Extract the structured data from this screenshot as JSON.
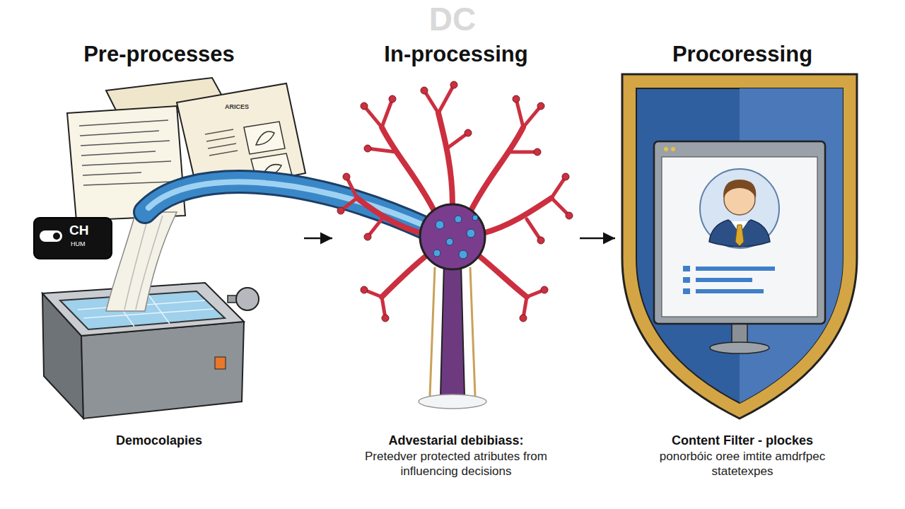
{
  "diagram": {
    "nodes": [
      {
        "text": [
          "Pre-processes",
          "Democolapies"
        ]
      },
      {
        "text": [
          "In-processing",
          "Advestarial debibiass:",
          "Pretedver protected atributes from influencing decisions"
        ]
      },
      {
        "text": [
          "Procoressing",
          "Content Filter - plockes",
          "ponorbóic oree imtite amdrfpec statetexpes"
        ]
      }
    ],
    "edges": [
      {
        "from": 0,
        "to": 1,
        "arrow": "to"
      },
      {
        "from": 1,
        "to": 2,
        "arrow": "to"
      }
    ],
    "labels": [
      "DC",
      "ARICES",
      "CH",
      "HUM"
    ]
  }
}
